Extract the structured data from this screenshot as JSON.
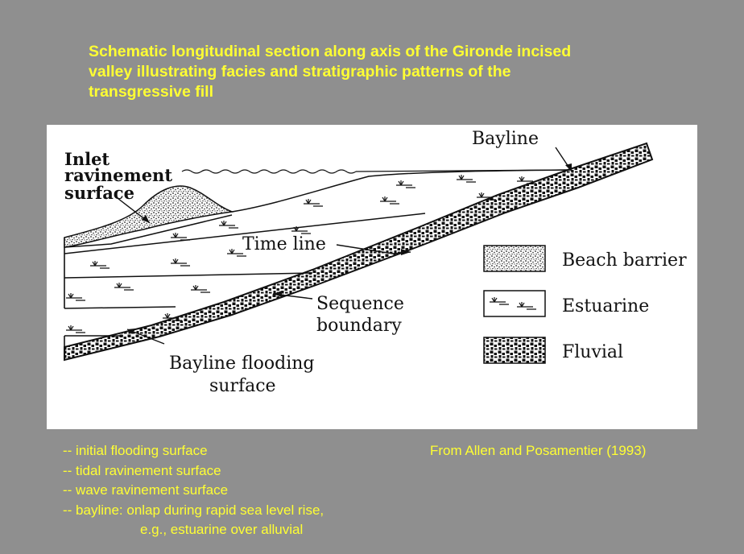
{
  "title_lines": [
    "Schematic longitudinal section along axis of the Gironde incised",
    "valley illustrating facies and stratigraphic patterns of the",
    "transgressive fill"
  ],
  "diagram": {
    "labels": {
      "inlet_1": "Inlet",
      "inlet_2": "ravinement",
      "inlet_3": "surface",
      "bayline": "Bayline",
      "time_line": "Time line",
      "sequence_1": "Sequence",
      "sequence_2": "boundary",
      "flooding_1": "Bayline flooding",
      "flooding_2": "surface"
    },
    "legend": [
      {
        "key": "beach-barrier",
        "label": "Beach barrier",
        "pattern": "stipple"
      },
      {
        "key": "estuarine",
        "label": "Estuarine",
        "pattern": "marsh"
      },
      {
        "key": "fluvial",
        "label": "Fluvial",
        "pattern": "gravel"
      }
    ]
  },
  "notes": [
    "-- initial flooding surface",
    "-- tidal ravinement surface",
    "-- wave ravinement surface",
    "-- bayline: onlap during rapid sea level rise,",
    "e.g., estuarine over alluvial"
  ],
  "credit": "From Allen and Posamentier (1993)",
  "colors": {
    "background": "#8f8f8f",
    "text_accent": "#ffff33",
    "panel": "#ffffff",
    "ink": "#111111"
  }
}
